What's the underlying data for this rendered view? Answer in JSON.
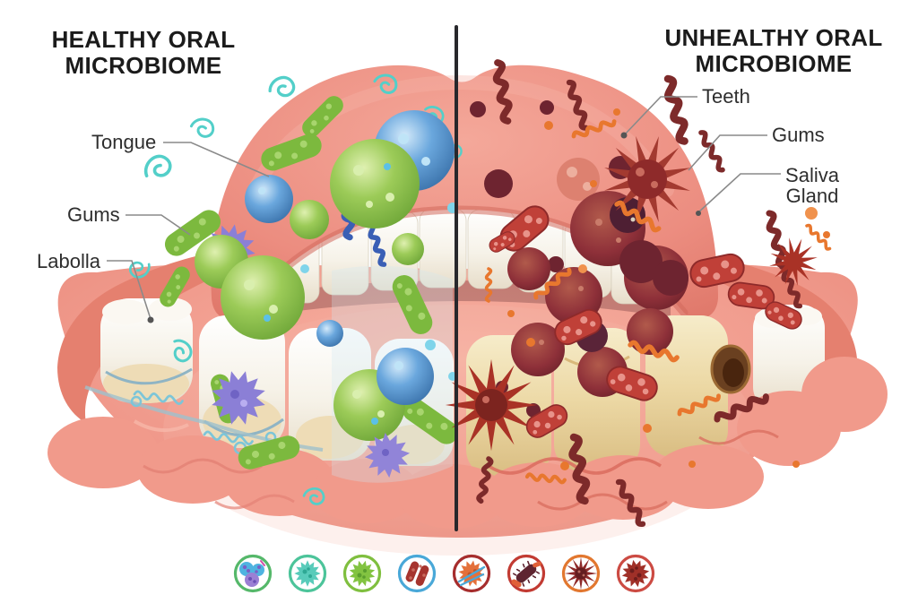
{
  "titles": {
    "healthy_line1": "HEALTHY ORAL",
    "healthy_line2": "MICROBIOME",
    "unhealthy_line1": "UNHEALTHY ORAL",
    "unhealthy_line2": "MICROBIOME"
  },
  "annotations": {
    "tongue": "Tongue",
    "gums_left": "Gums",
    "labolla": "Labolla",
    "teeth": "Teeth",
    "gums_right": "Gums",
    "saliva_line1": "Saliva",
    "saliva_line2": "Gland"
  },
  "legend": {
    "items": [
      {
        "icon": "cocci-cluster-icon",
        "ring_color": "#55b86a"
      },
      {
        "icon": "teal-spiky-microbe-icon",
        "ring_color": "#4cc49a"
      },
      {
        "icon": "green-spiky-microbe-icon",
        "ring_color": "#7fbf3f"
      },
      {
        "icon": "rod-bacteria-pair-icon",
        "ring_color": "#49a8d8"
      },
      {
        "icon": "orange-microbe-crossed-icon",
        "ring_color": "#a62d2d"
      },
      {
        "icon": "maroon-rod-bacteria-icon",
        "ring_color": "#c23b33"
      },
      {
        "icon": "radial-pathogen-icon",
        "ring_color": "#e2772f"
      },
      {
        "icon": "virus-blob-icon",
        "ring_color": "#cc4b43"
      }
    ]
  },
  "palette": {
    "lip": "#ec8d80",
    "gum": "#f0998b",
    "tooth_white": "#f6f2e8",
    "tooth_decayed": "#ecd8a4",
    "cavity": "#5a3317",
    "healthy_green": "#7cb93e",
    "healthy_blue": "#4a90d0",
    "healthy_teal": "#53cfc9",
    "healthy_purple": "#8b7fd6",
    "unhealthy_maroon": "#7d2a2a",
    "unhealthy_red": "#c0392b",
    "unhealthy_orange": "#e8772e",
    "divider": "#28282c",
    "leader_line": "#8a8a8a",
    "label_text": "#2e2e2e",
    "title_text": "#1b1b1b",
    "background": "#ffffff"
  }
}
